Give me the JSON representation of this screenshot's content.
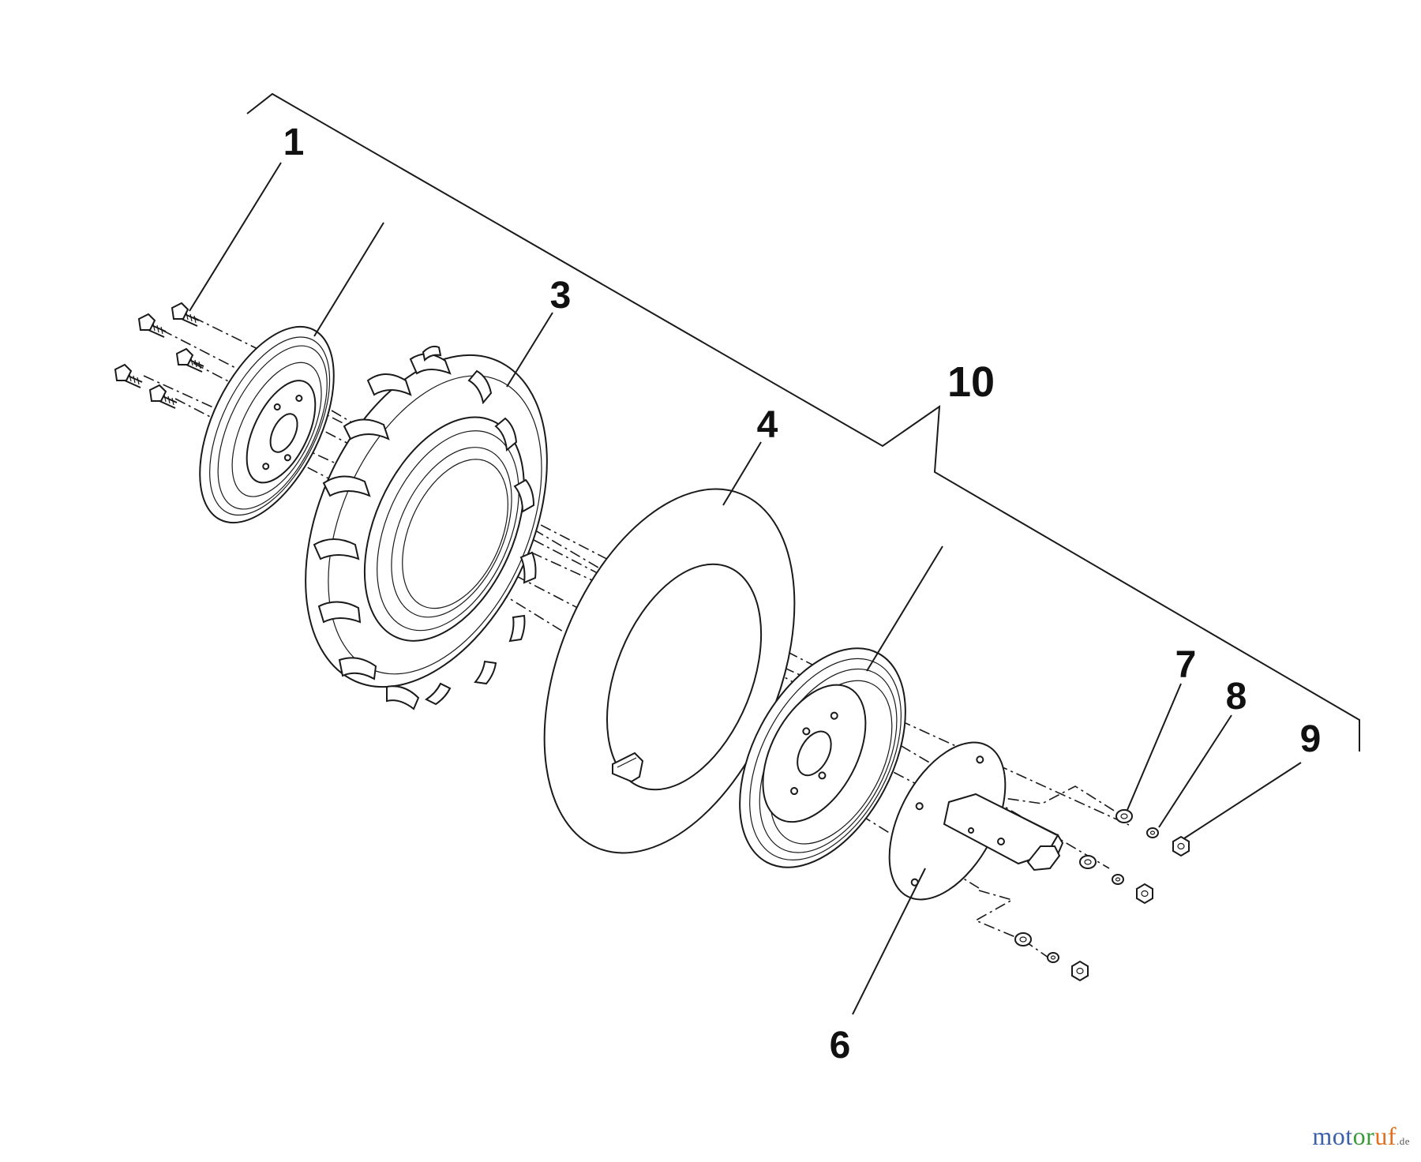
{
  "callouts": {
    "c1": "1",
    "c3": "3",
    "c4": "4",
    "c6": "6",
    "c7": "7",
    "c8": "8",
    "c9": "9",
    "c10": "10"
  },
  "watermark": {
    "part1": "mot",
    "part2": "or",
    "part3": "uf",
    "suffix": ".de"
  },
  "colors": {
    "line": "#1a1a1a",
    "watermark_blue": "#3b5fa8",
    "watermark_green": "#3a9a3a",
    "watermark_orange": "#e07020"
  }
}
